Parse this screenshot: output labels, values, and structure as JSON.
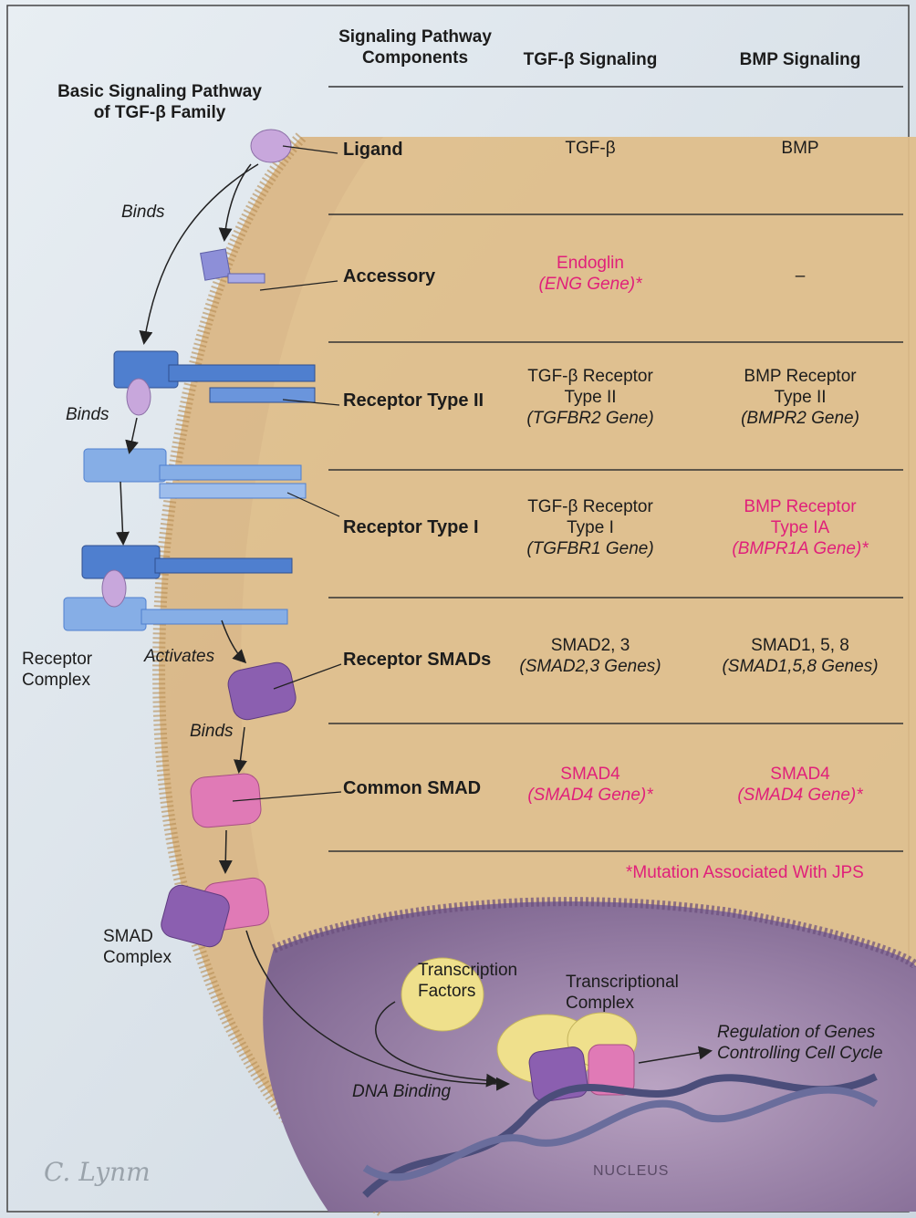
{
  "diagram": {
    "title": "Basic Signaling Pathway",
    "title_line2": "of TGF-β Family",
    "table": {
      "header_components": "Signaling Pathway",
      "header_components_line2": "Components",
      "header_tgf": "TGF-β Signaling",
      "header_bmp": "BMP Signaling",
      "rows": [
        {
          "label": "Ligand",
          "tgf": [
            "TGF-β"
          ],
          "bmp": [
            "BMP"
          ],
          "tgf_mutation": false,
          "bmp_mutation": false
        },
        {
          "label": "Accessory",
          "tgf": [
            "Endoglin",
            "(ENG Gene)*"
          ],
          "bmp": [
            "–"
          ],
          "tgf_mutation": true,
          "bmp_mutation": false
        },
        {
          "label": "Receptor Type II",
          "tgf": [
            "TGF-β Receptor",
            "Type II",
            "(TGFBR2 Gene)"
          ],
          "bmp": [
            "BMP Receptor",
            "Type II",
            "(BMPR2 Gene)"
          ],
          "tgf_mutation": false,
          "bmp_mutation": false
        },
        {
          "label": "Receptor Type I",
          "tgf": [
            "TGF-β Receptor",
            "Type I",
            "(TGFBR1 Gene)"
          ],
          "bmp": [
            "BMP Receptor",
            "Type IA",
            "(BMPR1A Gene)*"
          ],
          "tgf_mutation": false,
          "bmp_mutation": true
        },
        {
          "label": "Receptor SMADs",
          "tgf": [
            "SMAD2, 3",
            "(SMAD2,3 Genes)"
          ],
          "bmp": [
            "SMAD1, 5, 8",
            "(SMAD1,5,8 Genes)"
          ],
          "tgf_mutation": false,
          "bmp_mutation": false
        },
        {
          "label": "Common SMAD",
          "tgf": [
            "SMAD4",
            "(SMAD4 Gene)*"
          ],
          "bmp": [
            "SMAD4",
            "(SMAD4 Gene)*"
          ],
          "tgf_mutation": true,
          "bmp_mutation": true
        }
      ],
      "footnote": "*Mutation Associated With JPS"
    },
    "labels": {
      "binds_1": "Binds",
      "binds_2": "Binds",
      "binds_3": "Binds",
      "activates": "Activates",
      "receptor_complex": "Receptor",
      "receptor_complex_line2": "Complex",
      "smad_complex": "SMAD",
      "smad_complex_line2": "Complex",
      "transcription_factors": "Transcription",
      "transcription_factors_line2": "Factors",
      "transcriptional_complex": "Transcriptional",
      "transcriptional_complex_line2": "Complex",
      "dna_binding": "DNA Binding",
      "regulation": "Regulation of Genes",
      "regulation_line2": "Controlling Cell Cycle",
      "nucleus": "NUCLEUS",
      "signature": "C. Lynm"
    },
    "colors": {
      "mutation": "#e0207a",
      "membrane": "#d9b27a",
      "nucleus": "#8a6e98",
      "receptor_type2": "#4f7fcf",
      "receptor_type1": "#86aee6",
      "receptor_smad": "#8b5fb0",
      "common_smad": "#e07ab6",
      "transcription_factor": "#efe08c"
    }
  }
}
